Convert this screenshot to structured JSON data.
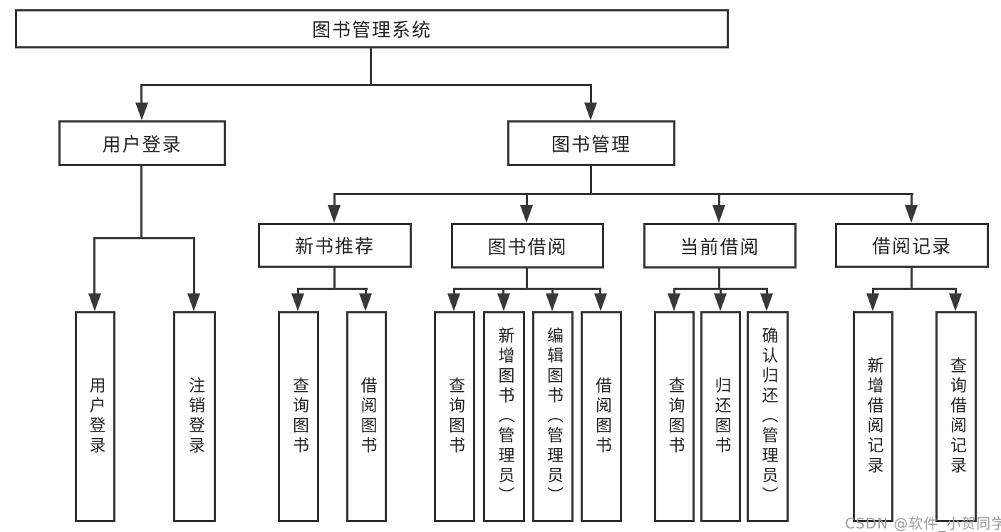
{
  "tree": {
    "root": {
      "label": "图书管理系统"
    },
    "branches": [
      {
        "label": "用户登录",
        "children": [
          {
            "label": "用户登录"
          },
          {
            "label": "注销登录"
          }
        ]
      },
      {
        "label": "图书管理",
        "children": [
          {
            "label": "新书推荐",
            "children": [
              {
                "label": "查询图书"
              },
              {
                "label": "借阅图书"
              }
            ]
          },
          {
            "label": "图书借阅",
            "children": [
              {
                "label": "查询图书"
              },
              {
                "label": "新增图书（管理员）"
              },
              {
                "label": "编辑图书（管理员）"
              },
              {
                "label": "借阅图书"
              }
            ]
          },
          {
            "label": "当前借阅",
            "children": [
              {
                "label": "查询图书"
              },
              {
                "label": "归还图书"
              },
              {
                "label": "确认归还（管理员）"
              }
            ]
          },
          {
            "label": "借阅记录",
            "children": [
              {
                "label": "新增借阅记录"
              },
              {
                "label": "查询借阅记录"
              }
            ]
          }
        ]
      }
    ]
  },
  "watermark": {
    "text": "CSDN @软件_小贺同学"
  },
  "colors": {
    "line": "#383838",
    "border": "#333333",
    "text": "#222222",
    "background": "#ffffff",
    "watermark": "#9d9d9d"
  }
}
